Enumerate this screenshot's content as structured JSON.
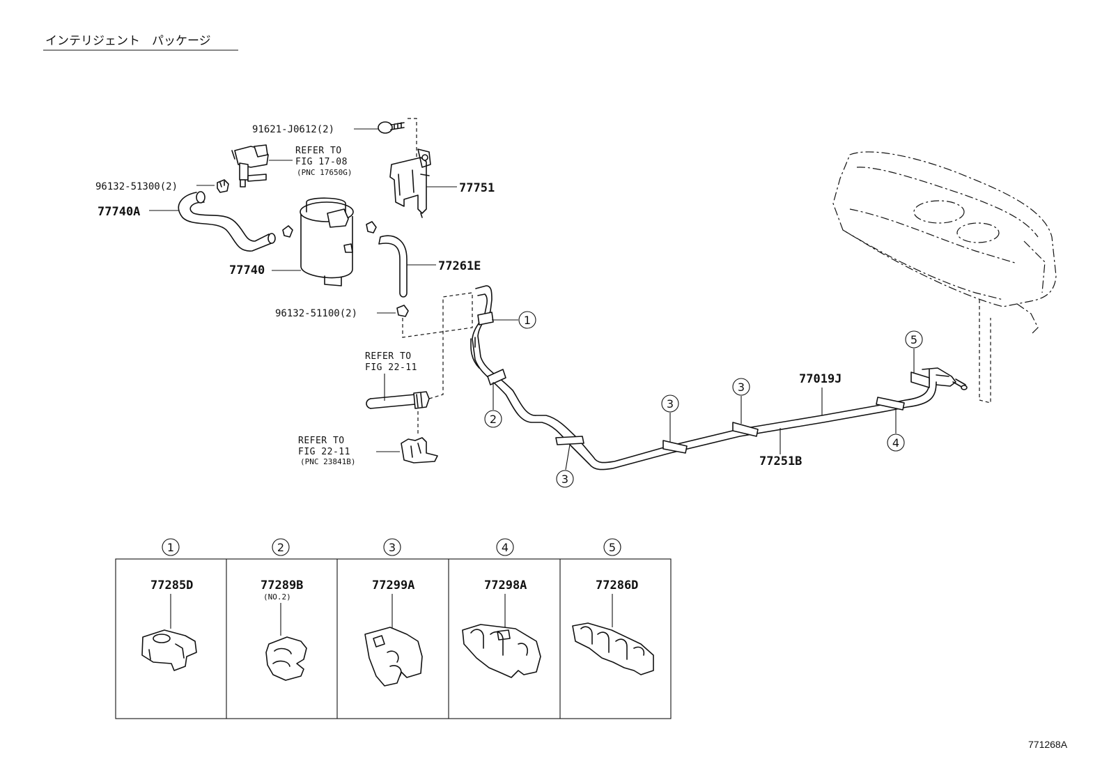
{
  "title": "インテリジェント　パッケージ",
  "diagram_code": "771268A",
  "parts": {
    "bolt": "91621-J0612(2)",
    "vsv_ref": [
      "REFER TO",
      "FIG 17-08",
      "(PNC 17650G)"
    ],
    "clamp_upper": "96132-51300(2)",
    "hose_a": "77740A",
    "bracket": "77751",
    "canister": "77740",
    "hose_e": "77261E",
    "clamp_lower": "96132-51100(2)",
    "filler_ref": [
      "REFER TO",
      "FIG 22-11"
    ],
    "bracket_ref": [
      "REFER TO",
      "FIG 22-11",
      "(PNC 23841B)"
    ],
    "tube_j": "77019J",
    "tube_b": "77251B"
  },
  "callouts": [
    "1",
    "2",
    "3",
    "3",
    "3",
    "4",
    "5"
  ],
  "clamps": [
    {
      "num": "1",
      "part": "77285D",
      "note": ""
    },
    {
      "num": "2",
      "part": "77289B",
      "note": "(NO.2)"
    },
    {
      "num": "3",
      "part": "77299A",
      "note": ""
    },
    {
      "num": "4",
      "part": "77298A",
      "note": ""
    },
    {
      "num": "5",
      "part": "77286D",
      "note": ""
    }
  ]
}
